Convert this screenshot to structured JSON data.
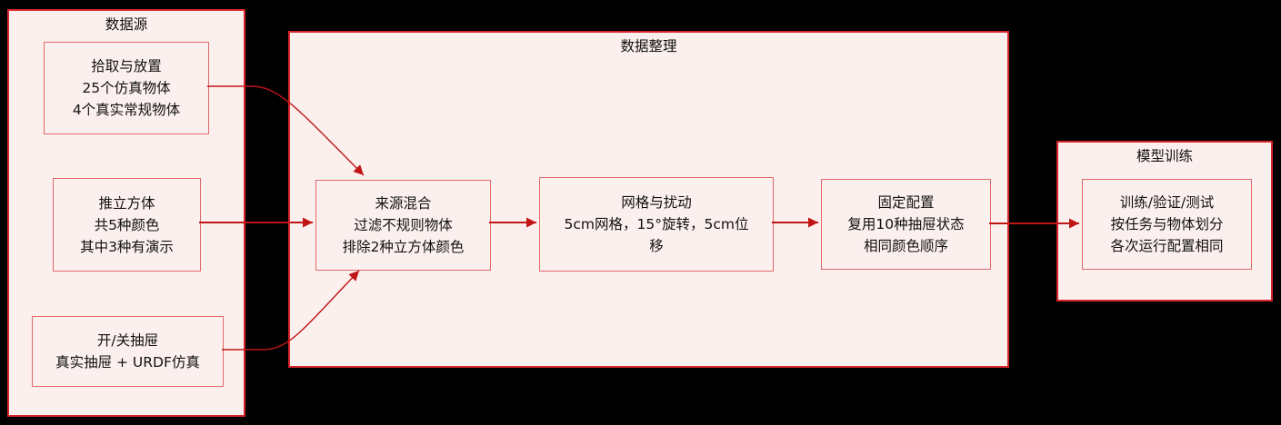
{
  "colors": {
    "background": "#000000",
    "panel_fill": "#fcf0ef",
    "panel_border": "#d6262c",
    "node_border": "#e16868",
    "arrow": "#c01616",
    "text": "#111111"
  },
  "groups": {
    "sources": {
      "title": "数据源",
      "nodes": {
        "pick_place": {
          "lines": [
            "拾取与放置",
            "25个仿真物体",
            "4个真实常规物体"
          ]
        },
        "push_cube": {
          "lines": [
            "推立方体",
            "共5种颜色",
            "其中3种有演示"
          ]
        },
        "drawer": {
          "lines": [
            "开/关抽屉",
            "真实抽屉 + URDF仿真"
          ]
        }
      }
    },
    "curation": {
      "title": "数据整理",
      "nodes": {
        "mix": {
          "lines": [
            "来源混合",
            "过滤不规则物体",
            "排除2种立方体颜色"
          ]
        },
        "grid": {
          "lines": [
            "网格与扰动",
            "5cm网格，15°旋转，5cm位",
            "移"
          ]
        },
        "fixed": {
          "lines": [
            "固定配置",
            "复用10种抽屉状态",
            "相同颜色顺序"
          ]
        }
      }
    },
    "training": {
      "title": "模型训练",
      "nodes": {
        "split": {
          "lines": [
            "训练/验证/测试",
            "按任务与物体划分",
            "各次运行配置相同"
          ]
        }
      }
    }
  }
}
